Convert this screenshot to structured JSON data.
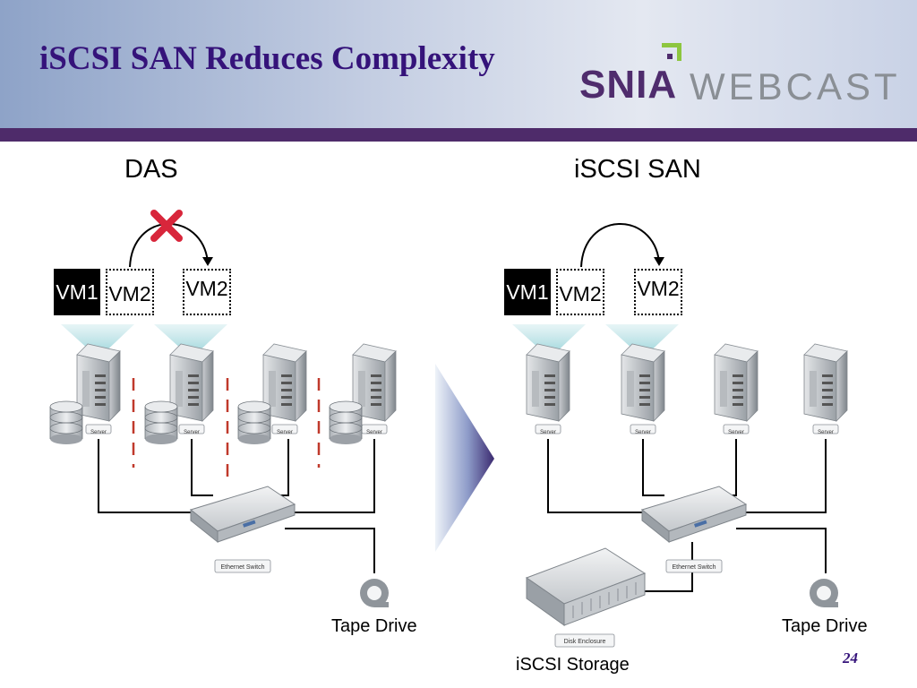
{
  "slide": {
    "title": "iSCSI SAN Reduces Complexity",
    "page_number": "24"
  },
  "logo": {
    "brand": "SNIA",
    "suffix": "WEBCAST"
  },
  "das": {
    "heading": "DAS",
    "vms": [
      "VM1",
      "VM2",
      "VM2"
    ],
    "server_tag": "Server",
    "switch_tag": "Ethernet Switch",
    "tape_label": "Tape Drive",
    "migration_blocked": true
  },
  "san": {
    "heading": "iSCSI SAN",
    "vms": [
      "VM1",
      "VM2",
      "VM2"
    ],
    "server_tag": "Server",
    "switch_tag": "Ethernet Switch",
    "enclosure_tag": "Disk Enclosure",
    "storage_label": "iSCSI Storage",
    "tape_label": "Tape Drive",
    "migration_blocked": false
  },
  "colors": {
    "title": "#35137a",
    "header_bar": "#4e2b6a",
    "separator_dashes": "#c0392b",
    "blocked_cross": "#d8263b",
    "transition_arrow": "#3b2a70"
  }
}
